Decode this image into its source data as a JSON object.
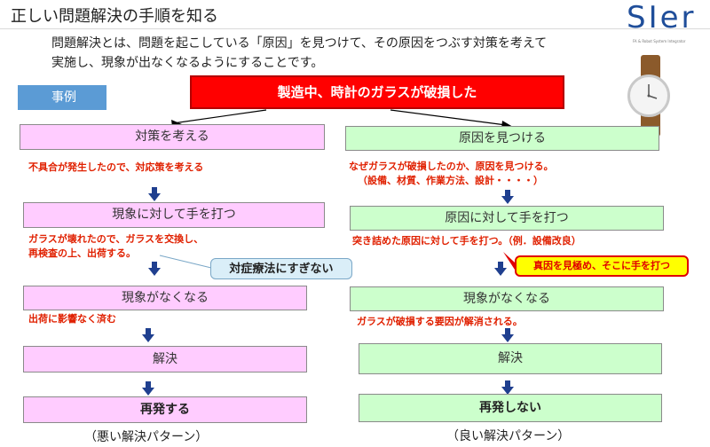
{
  "header": {
    "title": "正しい問題解決の手順を知る",
    "logo": "SIer",
    "logo_sub": "FA & Robot System Integrator"
  },
  "intro": {
    "line1": "問題解決とは、問題を起こしている「原因」を見つけて、その原因をつぶす対策を考えて",
    "line2": "実施し、現象が出なくなるようにすることです。"
  },
  "tag": "事例",
  "top_event": "製造中、時計のガラスが破損した",
  "bad": {
    "step1": "対策を考える",
    "note1": "不具合が発生したので、対応策を考える",
    "step2": "現象に対して手を打つ",
    "note2a": "ガラスが壊れたので、ガラスを交換し、",
    "note2b": "再検査の上、出荷する。",
    "callout": "対症療法にすぎない",
    "step3": "現象がなくなる",
    "note3": "出荷に影響なく済む",
    "step4": "解決",
    "step5": "再発する",
    "caption": "（悪い解決パターン）"
  },
  "good": {
    "step1": "原因を見つける",
    "note1a": "なぜガラスが破損したのか、原因を見つける。",
    "note1b": "（設備、材質、作業方法、設計・・・・）",
    "step2": "原因に対して手を打つ",
    "note2": "突き詰めた原因に対して手を打つ。（例．設備改良）",
    "callout": "真因を見極め、そこに手を打つ",
    "step3": "現象がなくなる",
    "note3": "ガラスが破損する要因が解消される。",
    "step4": "解決",
    "step5": "再発しない",
    "caption": "（良い解決パターン）"
  },
  "colors": {
    "accent_red": "#ff0000",
    "note_red": "#e02000",
    "arrow_navy": "#1f3f8f",
    "pink_box": "#ffccff",
    "green_box": "#ccffcc",
    "tag_blue": "#5b9bd5"
  }
}
